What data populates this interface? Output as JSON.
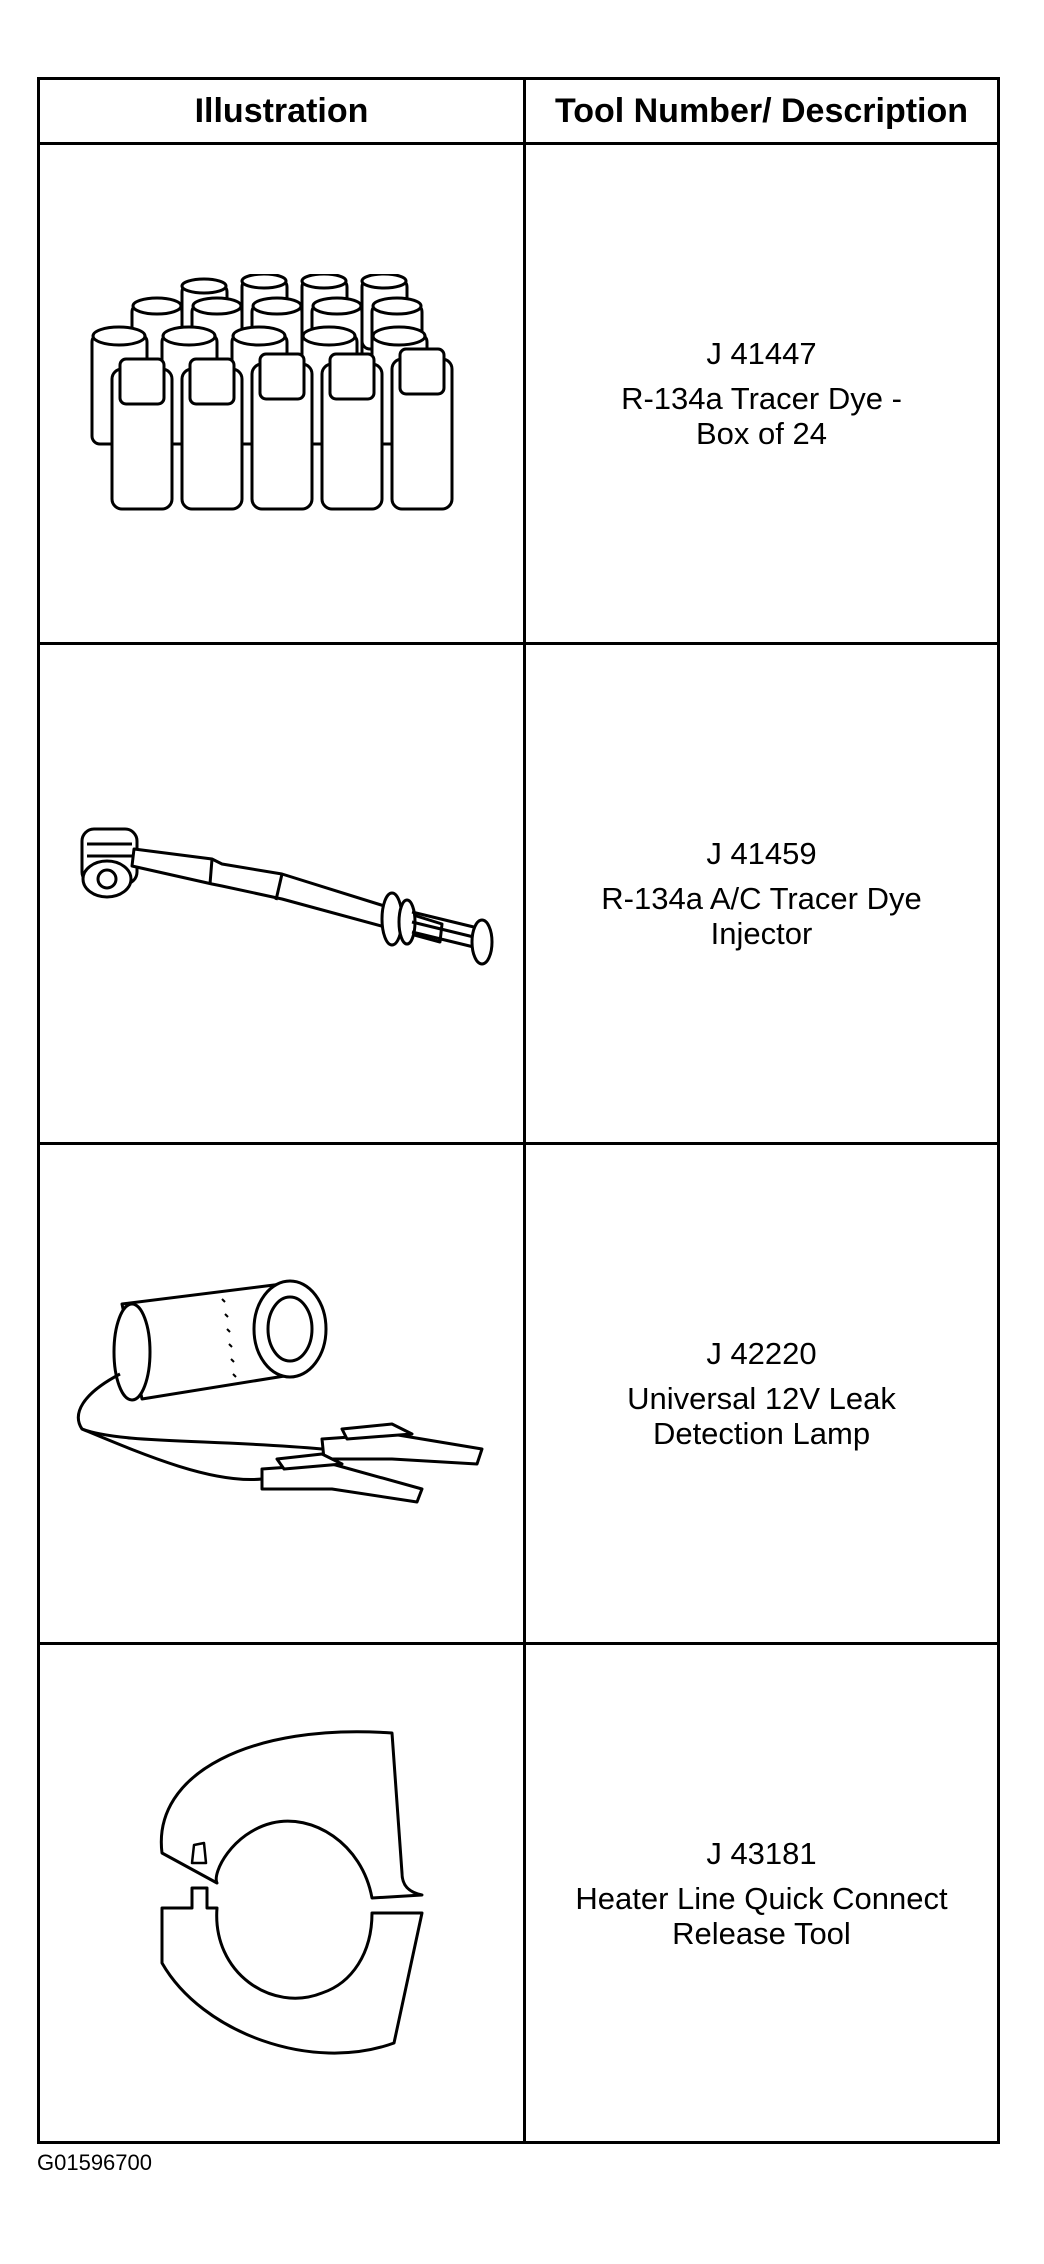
{
  "table": {
    "headers": {
      "illustration": "Illustration",
      "tool": "Tool Number/ Description"
    },
    "rows": [
      {
        "tool_number": "J 41447",
        "line1": "R-134a Tracer Dye -",
        "line2": "Box of 24",
        "illustration": "tracer-dye-bottles"
      },
      {
        "tool_number": "J 41459",
        "line1": "R-134a A/C Tracer Dye",
        "line2": "Injector",
        "illustration": "dye-injector"
      },
      {
        "tool_number": "J 42220",
        "line1": "Universal 12V Leak",
        "line2": "Detection Lamp",
        "illustration": "leak-detection-lamp"
      },
      {
        "tool_number": "J 43181",
        "line1": "Heater Line Quick Connect",
        "line2": "Release Tool",
        "illustration": "quick-connect-release-tool"
      }
    ]
  },
  "figure_id": "G01596700"
}
